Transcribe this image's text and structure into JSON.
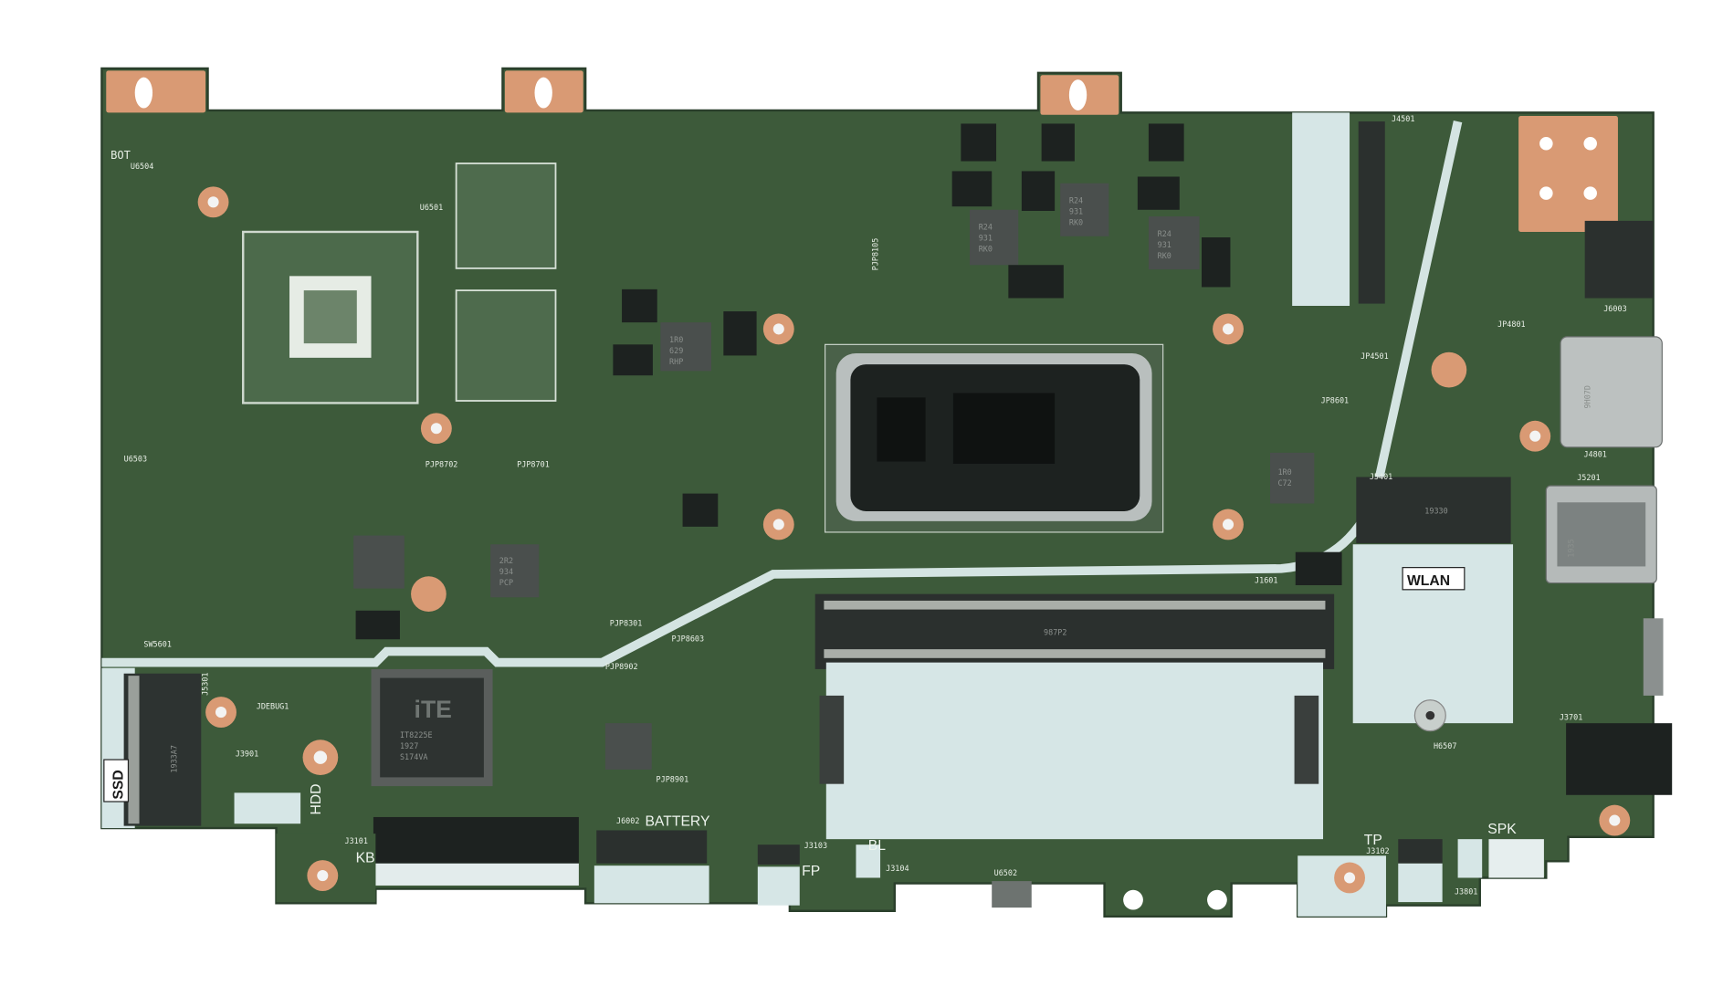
{
  "colors": {
    "pcb_green": "#3d5a3a",
    "pcb_dark": "#2a3f2b",
    "copper": "#d99a74",
    "shield_white": "#d6e6e6",
    "chip_black": "#1d2220",
    "cpu_lid": "#b9bfbe"
  },
  "silkscreen": {
    "bot": "BOT",
    "u6504": "U6504",
    "u6501": "U6501",
    "u6503": "U6503",
    "pjp8702": "PJP8702",
    "pjp8701": "PJP8701",
    "pjp8105": "PJP8105",
    "pjp8301": "PJP8301",
    "pjp8603": "PJP8603",
    "pjp8902": "PJP8902",
    "pjp8901": "PJP8901",
    "sw5601": "SW5601",
    "j5301": "J5301",
    "jdebug1": "JDEBUG1",
    "j3901": "J3901",
    "ssd": "SSD",
    "hdd": "HDD",
    "j3101": "J3101",
    "kb": "KB",
    "j6002": "J6002",
    "battery": "BATTERY",
    "j3103": "J3103",
    "fp": "FP",
    "bl": "BL",
    "j3104": "J3104",
    "u6502": "U6502",
    "tp": "TP",
    "j3102": "J3102",
    "spk": "SPK",
    "j3801": "J3801",
    "j3701": "J3701",
    "h6507": "H6507",
    "wlan": "WLAN",
    "j1601": "J1601",
    "j5401": "J5401",
    "j5201": "J5201",
    "j4801": "J4801",
    "jp4801": "JP4801",
    "j6003": "J6003",
    "j4501": "J4501",
    "jp4501": "JP4501",
    "jp8601": "JP8601"
  },
  "chips": {
    "ec_brand": "iTE",
    "ec_lines": [
      "IT8225E",
      "1927",
      "S174VA"
    ],
    "inductor_1": [
      "1R0",
      "629",
      "RHP"
    ],
    "inductor_2": [
      "R24",
      "931",
      "RK0"
    ],
    "inductor_3": [
      "R24",
      "931",
      "RK0"
    ],
    "inductor_4": [
      "R24",
      "931",
      "RK0"
    ],
    "inductor_5": [
      "1R0",
      "C72"
    ],
    "inductor_6": [
      "2R2",
      "934",
      "PCP"
    ],
    "ram_slot_mark": "987P2",
    "ssd_slot_mark": "1933A7",
    "wlan_slot_mark": "19330",
    "usbc_mark": "9H07D",
    "usba_mark": "1935"
  }
}
